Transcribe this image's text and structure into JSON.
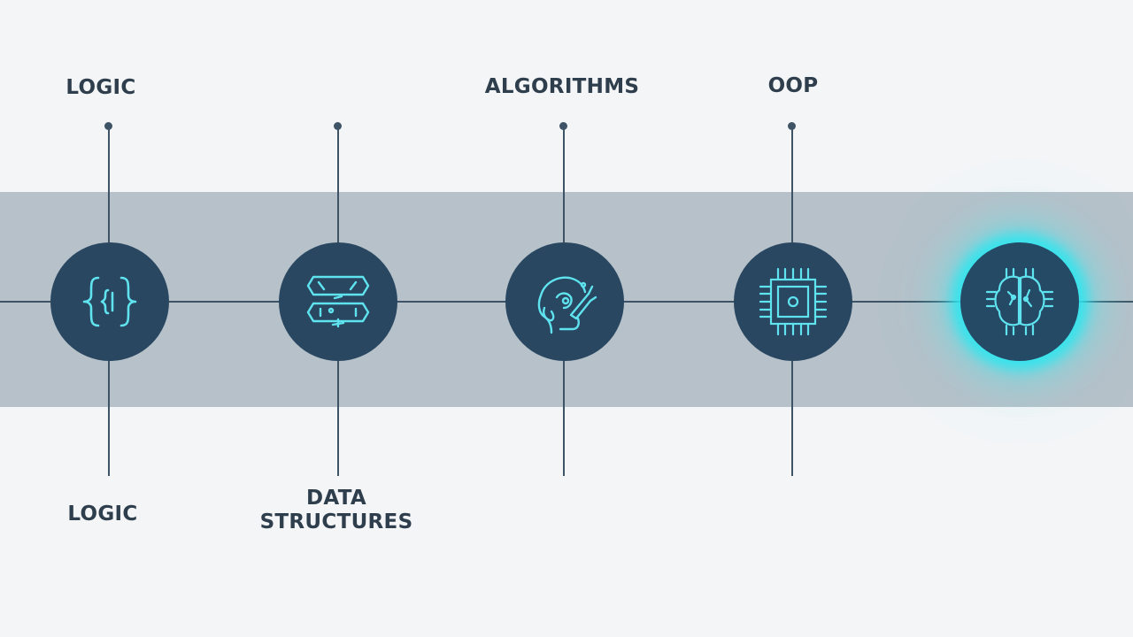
{
  "top_labels": {
    "logic": "LOGIC",
    "algorithms": "ALGORITHMS",
    "oop": "OOP"
  },
  "bottom_labels": {
    "logic": "LOGIC",
    "data_structures_line1": "DATA",
    "data_structures_line2": "STRUCTURES"
  },
  "nodes": [
    {
      "icon": "curly-braces-icon"
    },
    {
      "icon": "data-blocks-icon"
    },
    {
      "icon": "head-profile-icon"
    },
    {
      "icon": "chip-icon"
    },
    {
      "icon": "ai-brain-chip-icon",
      "highlight": "#2ee6f0"
    }
  ],
  "colors": {
    "background": "#f3f5f7",
    "band": "#b6c1c9",
    "node": "#294761",
    "icon_stroke": "#5fe3ef",
    "line": "#3e5466",
    "glow": "#2ee6f0"
  }
}
